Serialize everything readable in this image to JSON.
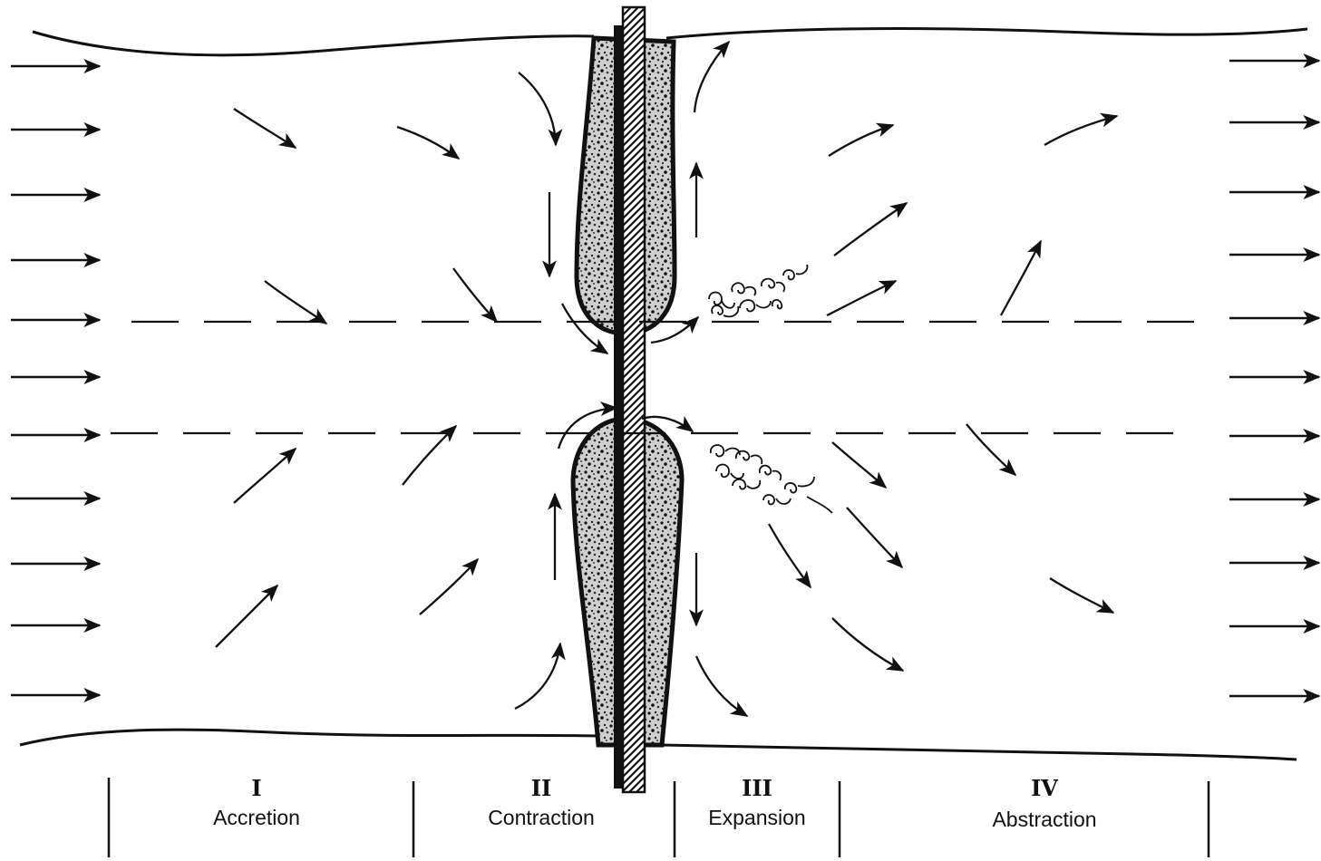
{
  "zones": [
    {
      "numeral": "I",
      "name": "Accretion"
    },
    {
      "numeral": "II",
      "name": "Contraction"
    },
    {
      "numeral": "III",
      "name": "Expansion"
    },
    {
      "numeral": "IV",
      "name": "Abstraction"
    }
  ],
  "colors": {
    "ink": "#111111",
    "sediment": "#777777",
    "background": "#ffffff"
  },
  "icons": {
    "flow_arrow": "arrow-icon",
    "eddy": "turbulent-eddy-icon"
  }
}
